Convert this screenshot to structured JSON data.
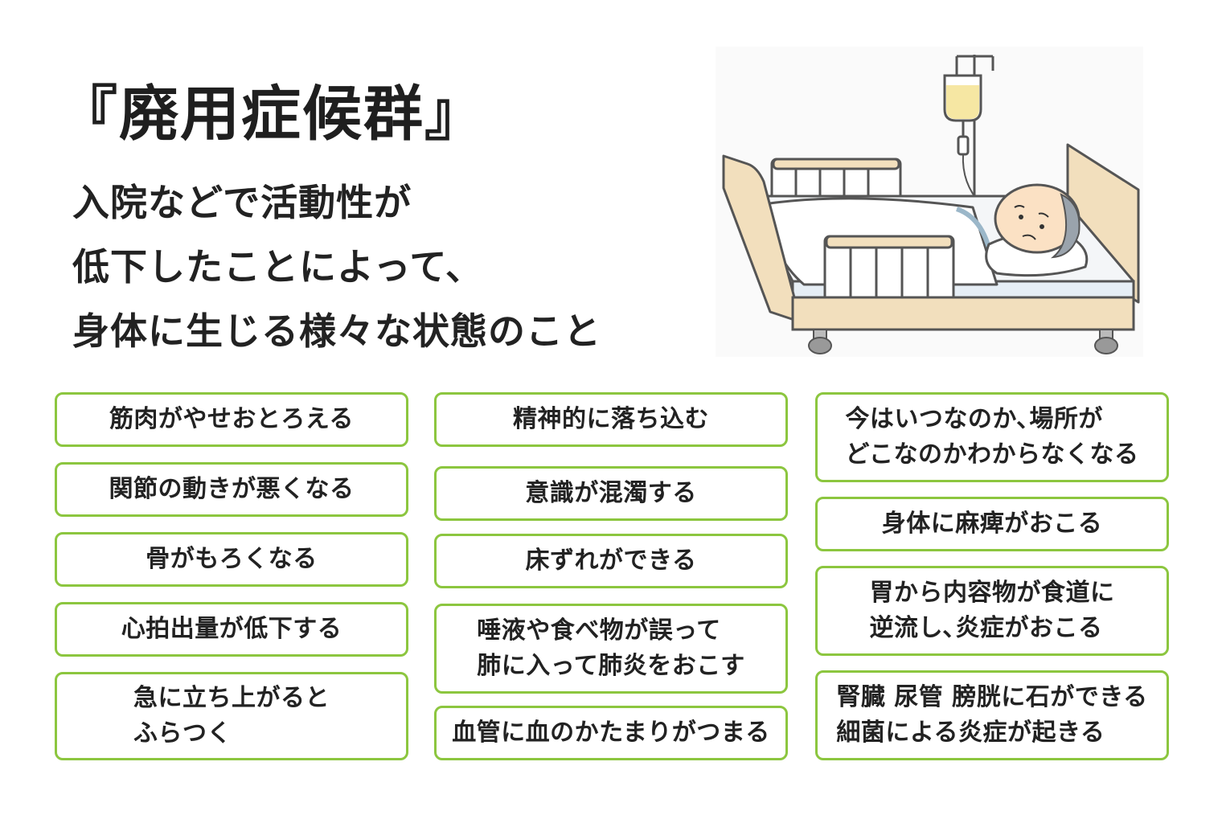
{
  "title": "『廃用症候群』",
  "subtitle_lines": [
    "入院などで活動性が",
    "低下したことによって、",
    "身体に生じる様々な状態のこと"
  ],
  "colors": {
    "accent_border": "#8cc63f",
    "text": "#222222",
    "bed_wood": "#f2dfbd",
    "iv_fluid": "#f6e7a3"
  },
  "illustration": {
    "icon": "hospital-bed-patient-iv-icon"
  },
  "symptoms": {
    "left": [
      "筋肉がやせおとろえる",
      "関節の動きが悪くなる",
      "骨がもろくなる",
      "心拍出量が低下する",
      "急に立ち上がると\nふらつく"
    ],
    "middle": [
      "精神的に落ち込む",
      "意識が混濁する",
      "床ずれができる",
      "唾液や食べ物が誤って\n肺に入って肺炎をおこす",
      "血管に血のかたまりがつまる"
    ],
    "right": [
      "今はいつなのか､場所が\nどこなのかわからなくなる",
      "身体に麻痺がおこる",
      "胃から内容物が食道に\n逆流し､炎症がおこる",
      "腎臓 尿管 膀胱に石ができる\n細菌による炎症が起きる"
    ]
  }
}
